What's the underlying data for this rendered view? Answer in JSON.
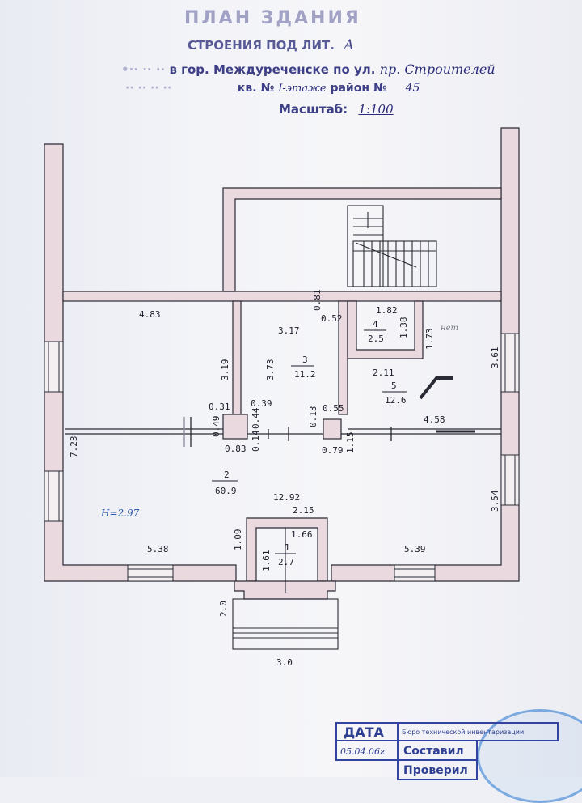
{
  "header": {
    "line1": "ПЛАН ЗДАНИЯ",
    "line2": "СТРОЕНИЯ ПОД ЛИТ.",
    "line2_value": "А",
    "line3_prefix": "в гор. Междуреченске по ул.",
    "line3_value": "пр. Строителей",
    "line4_prefix": "кв. №",
    "line4_value": "I-этаже",
    "line4_mid": "район №",
    "line4_num": "45",
    "scale_label": "Масштаб:",
    "scale_value": "1:100"
  },
  "rooms": [
    {
      "num": "1",
      "area": "2.7"
    },
    {
      "num": "2",
      "area": "60.9"
    },
    {
      "num": "3",
      "area": "11.2"
    },
    {
      "num": "4",
      "area": "2.5"
    },
    {
      "num": "5",
      "area": "12.6"
    }
  ],
  "dimensions": {
    "d_4_83": "4.83",
    "d_3_17": "3.17",
    "d_3_19": "3.19",
    "d_3_73": "3.73",
    "d_0_31": "0.31",
    "d_0_39": "0.39",
    "d_0_55": "0.55",
    "d_0_83": "0.83",
    "d_0_79": "0.79",
    "d_0_52": "0.52",
    "d_0_81": "0.81",
    "d_0_49": "0.49",
    "d_0_44": "0.44",
    "d_0_14": "0.14",
    "d_0_13": "0.13",
    "d_1_15": "1.15",
    "d_1_82": "1.82",
    "d_1_38": "1.38",
    "d_1_73": "1.73",
    "d_2_11": "2.11",
    "d_3_61": "3.61",
    "d_4_58": "4.58",
    "d_7_23": "7.23",
    "d_12_92": "12.92",
    "d_3_54": "3.54",
    "d_2_15": "2.15",
    "d_1_66": "1.66",
    "d_1_09": "1.09",
    "d_1_61": "1.61",
    "d_5_38": "5.38",
    "d_5_39": "5.39",
    "d_2_0": "2.0",
    "d_3_0": "3.0"
  },
  "notes": {
    "height": "H=2.97",
    "pencil": "нет"
  },
  "stamp": {
    "date_label": "ДАТА",
    "date_value": "05.04.06г.",
    "bureau": "Бюро технической инвентаризации",
    "compiled_label": "Составил",
    "checked_label": "Проверил"
  },
  "colors": {
    "wall_fill": "#ead9df",
    "wall_line": "#2a2a35",
    "ink": "#3d3f86",
    "stamp_blue": "#3344a0"
  }
}
